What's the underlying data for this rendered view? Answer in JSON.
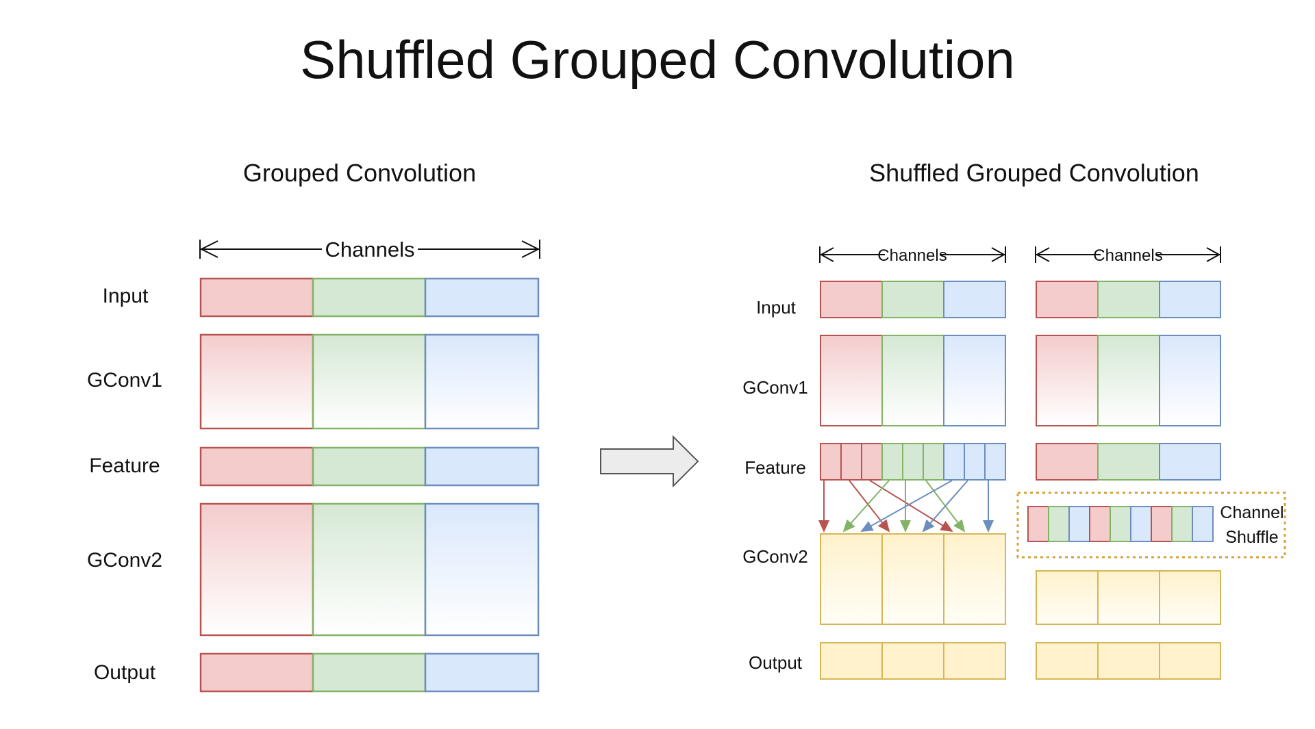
{
  "title": "Shuffled Grouped Convolution",
  "left_panel": {
    "title": "Grouped Convolution",
    "channels_label": "Channels",
    "row_labels": [
      "Input",
      "GConv1",
      "Feature",
      "GConv2",
      "Output"
    ]
  },
  "right_panel": {
    "title": "Shuffled Grouped Convolution",
    "channels_label": "Channels",
    "row_labels": [
      "Input",
      "GConv1",
      "Feature",
      "GConv2",
      "Output"
    ],
    "shuffle_label": [
      "Channel",
      "Shuffle"
    ]
  },
  "colors": {
    "red_fill": "#f4cccc",
    "red_stroke": "#b85450",
    "green_fill": "#d5e8d4",
    "green_stroke": "#82b366",
    "blue_fill": "#dae8fc",
    "blue_stroke": "#6c8ebf",
    "yellow_fill": "#fff2cc",
    "yellow_stroke": "#d6b656",
    "shuffle_border": "#d6a33a"
  },
  "arrow_icon": "right-arrow-icon"
}
